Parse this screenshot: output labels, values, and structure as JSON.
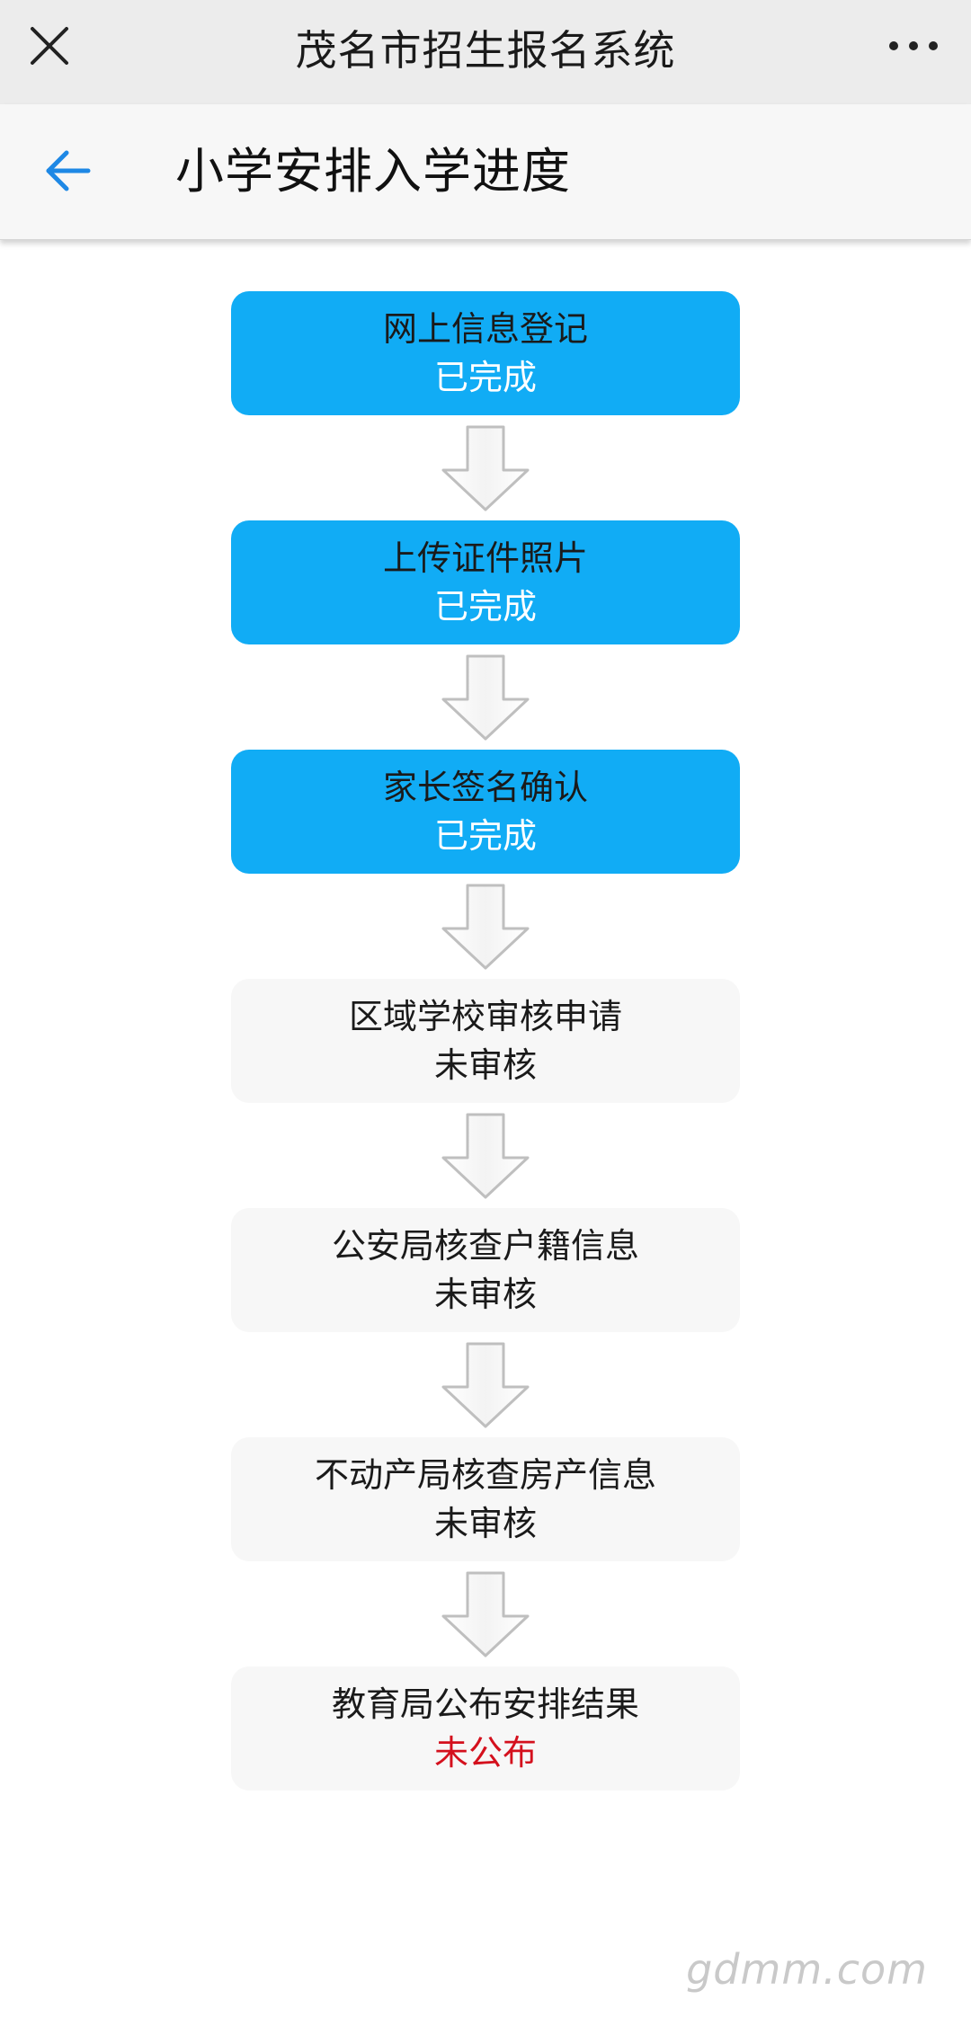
{
  "window": {
    "title": "茂名市招生报名系统",
    "close_icon": "close-icon",
    "more_icon": "more-dots-icon"
  },
  "header": {
    "title": "小学安排入学进度",
    "back_icon": "back-arrow-icon",
    "back_color": "#1e88e5"
  },
  "colors": {
    "done": "#11acf5",
    "pending": "#f7f7f7",
    "unpublished": "#d4101d"
  },
  "steps": [
    {
      "name": "网上信息登记",
      "status": "已完成",
      "state": "done"
    },
    {
      "name": "上传证件照片",
      "status": "已完成",
      "state": "done"
    },
    {
      "name": "家长签名确认",
      "status": "已完成",
      "state": "done"
    },
    {
      "name": "区域学校审核申请",
      "status": "未审核",
      "state": "pending"
    },
    {
      "name": "公安局核查户籍信息",
      "status": "未审核",
      "state": "pending"
    },
    {
      "name": "不动产局核查房产信息",
      "status": "未审核",
      "state": "pending"
    },
    {
      "name": "教育局公布安排结果",
      "status": "未公布",
      "state": "unpublished"
    }
  ],
  "watermark": "gdmm.com"
}
